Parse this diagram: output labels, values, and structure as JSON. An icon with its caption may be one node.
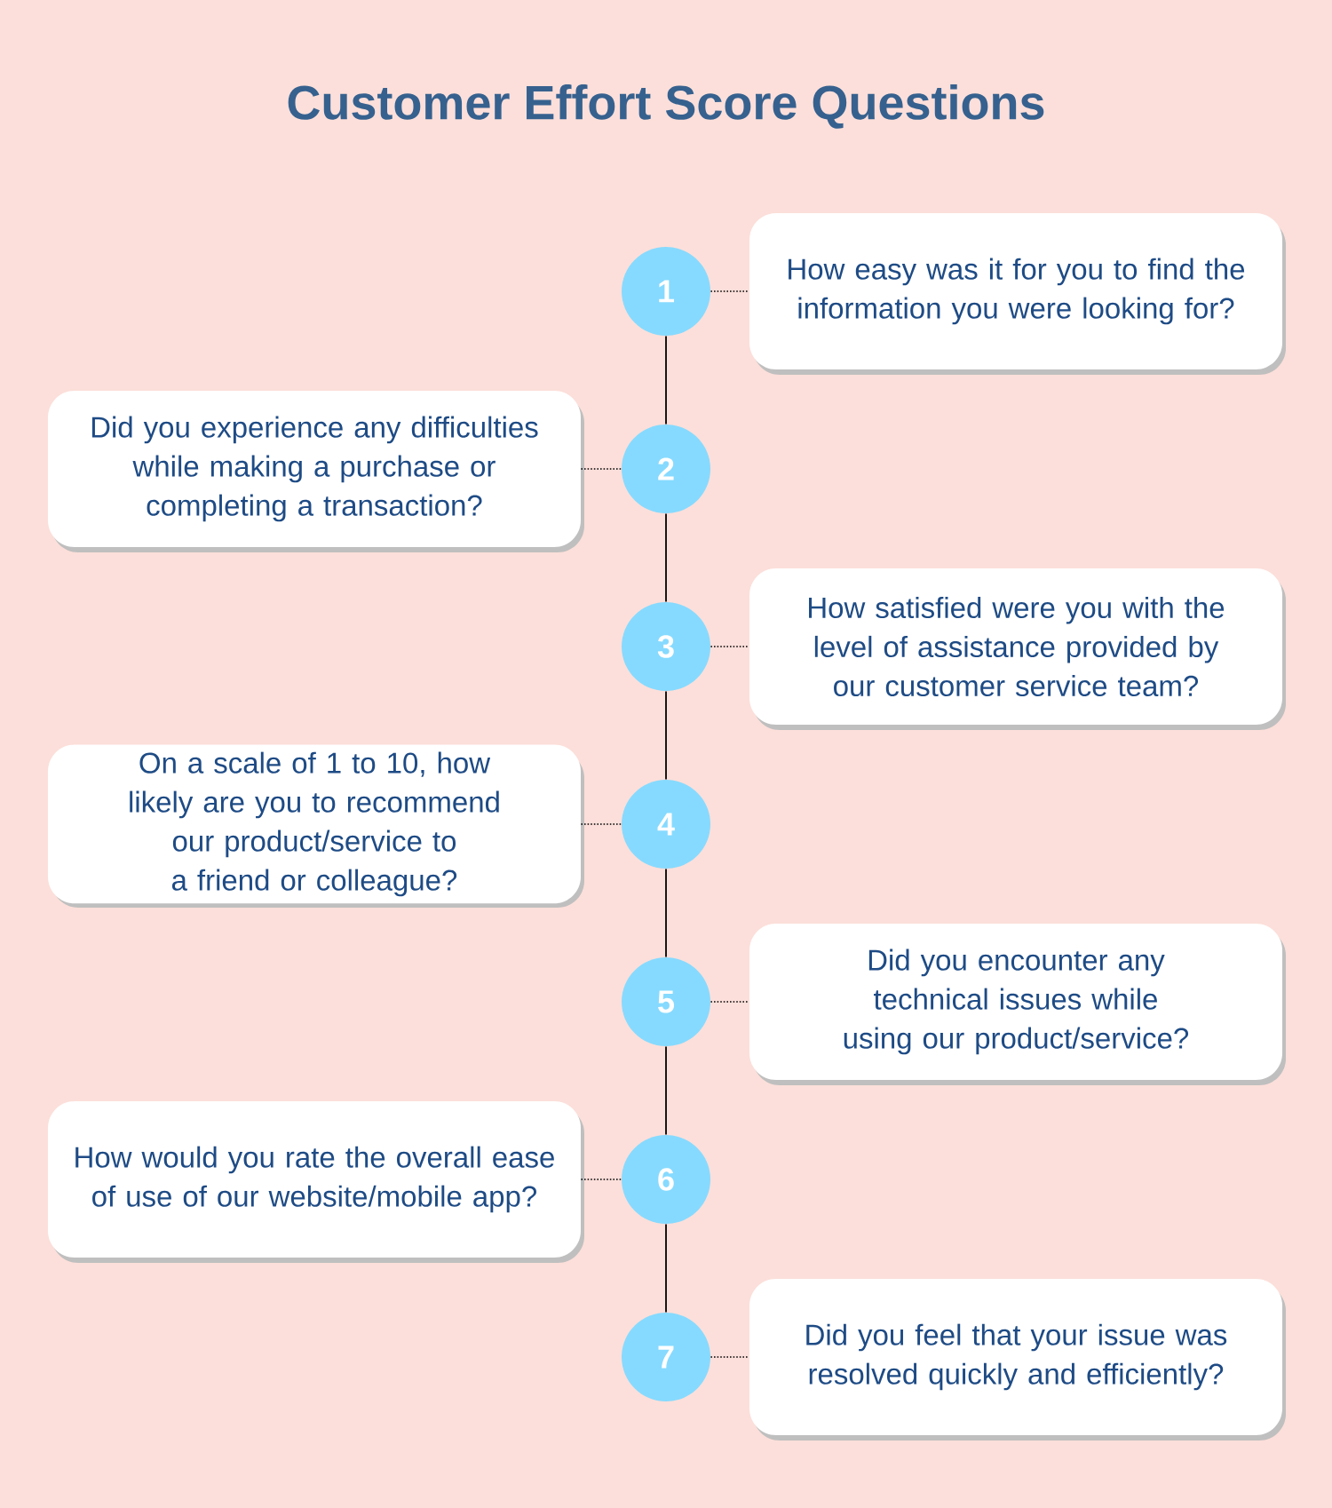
{
  "diagram": {
    "title": "Customer Effort Score Questions",
    "nodes": [
      {
        "text": [
          "1"
        ]
      },
      {
        "text": [
          "How easy was it for you to find the information you were looking for?"
        ]
      },
      {
        "text": [
          "2"
        ]
      },
      {
        "text": [
          "Did you experience any difficulties while making a purchase or completing a transaction?"
        ]
      },
      {
        "text": [
          "3"
        ]
      },
      {
        "text": [
          "How satisfied were you with the level of assistance provided by our customer service team?"
        ]
      },
      {
        "text": [
          "4"
        ]
      },
      {
        "text": [
          "On a scale of 1 to 10, how likely are you to recommend our product/service to a friend or colleague?"
        ]
      },
      {
        "text": [
          "5"
        ]
      },
      {
        "text": [
          "Did you encounter any technical issues while using our product/service?"
        ]
      },
      {
        "text": [
          "6"
        ]
      },
      {
        "text": [
          "How would you rate the overall ease of use of our website/mobile app?"
        ]
      },
      {
        "text": [
          "7"
        ]
      },
      {
        "text": [
          "Did you feel that your issue was resolved quickly and efficiently?"
        ]
      }
    ],
    "edges": [
      {
        "from": 0,
        "to": 1,
        "arrow": "none",
        "style": "dashed"
      },
      {
        "from": 0,
        "to": 2,
        "arrow": "none"
      },
      {
        "from": 3,
        "to": 2,
        "arrow": "none",
        "style": "dashed"
      },
      {
        "from": 2,
        "to": 4,
        "arrow": "none"
      },
      {
        "from": 4,
        "to": 5,
        "arrow": "none",
        "style": "dashed"
      },
      {
        "from": 4,
        "to": 6,
        "arrow": "none"
      },
      {
        "from": 7,
        "to": 6,
        "arrow": "none",
        "style": "dashed"
      },
      {
        "from": 6,
        "to": 8,
        "arrow": "none"
      },
      {
        "from": 8,
        "to": 9,
        "arrow": "none",
        "style": "dashed"
      },
      {
        "from": 8,
        "to": 10,
        "arrow": "none"
      },
      {
        "from": 11,
        "to": 10,
        "arrow": "none",
        "style": "dashed"
      },
      {
        "from": 10,
        "to": 12,
        "arrow": "none"
      },
      {
        "from": 12,
        "to": 13,
        "arrow": "none",
        "style": "dashed"
      }
    ]
  }
}
